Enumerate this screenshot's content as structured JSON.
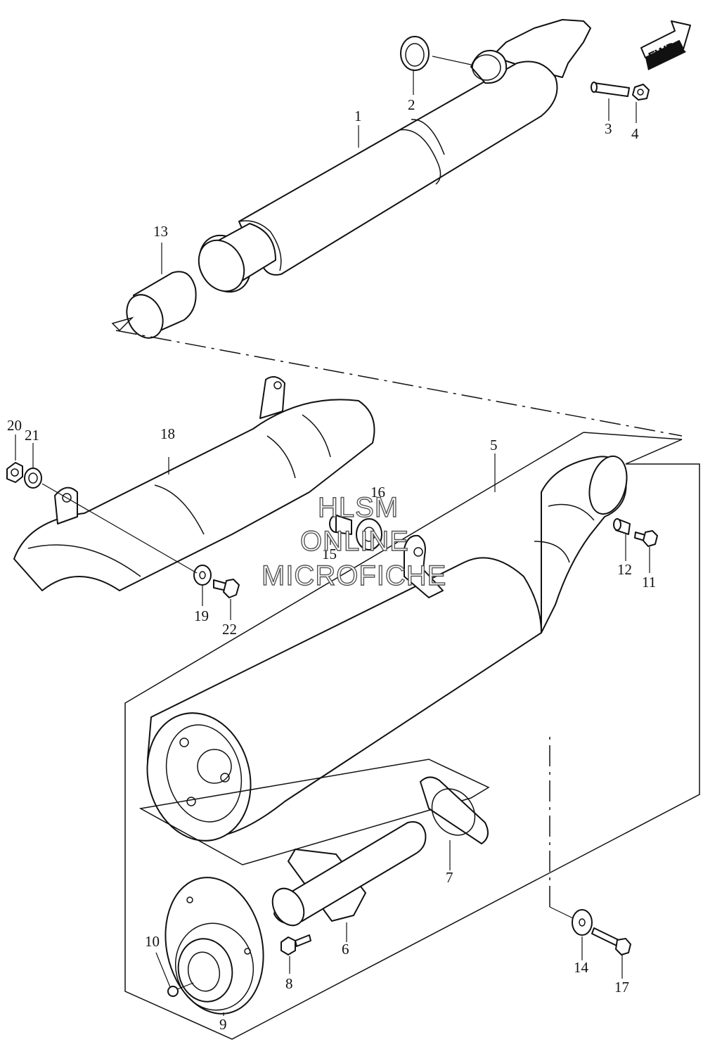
{
  "fwd_label": "FWD",
  "watermark": [
    "HLSM",
    "ONLINE",
    "MICROFICHE"
  ],
  "callouts": [
    "1",
    "2",
    "3",
    "4",
    "5",
    "6",
    "7",
    "8",
    "9",
    "10",
    "11",
    "12",
    "13",
    "14",
    "15",
    "16",
    "17",
    "18",
    "19",
    "20",
    "21",
    "22"
  ]
}
